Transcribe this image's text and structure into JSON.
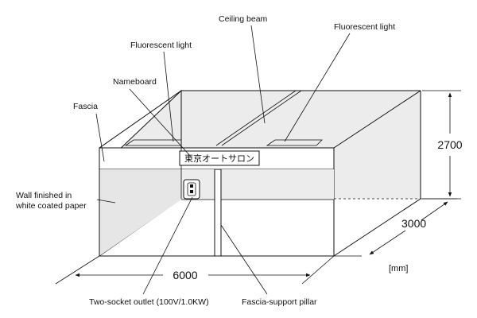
{
  "labels": {
    "fascia": "Fascia",
    "nameboard": "Nameboard",
    "fluorescent_light_1": "Fluorescent light",
    "ceiling_beam": "Ceiling beam",
    "fluorescent_light_2": "Fluorescent light",
    "wall_line_1": "Wall finished in",
    "wall_line_2": "white coated paper",
    "outlet": "Two-socket outlet (100V/1.0KW)",
    "pillar": "Fascia-support pillar"
  },
  "nameboard_text": "東京オートサロン",
  "dimensions": {
    "width": "6000",
    "height": "2700",
    "depth": "3000",
    "unit": "[mm]"
  }
}
